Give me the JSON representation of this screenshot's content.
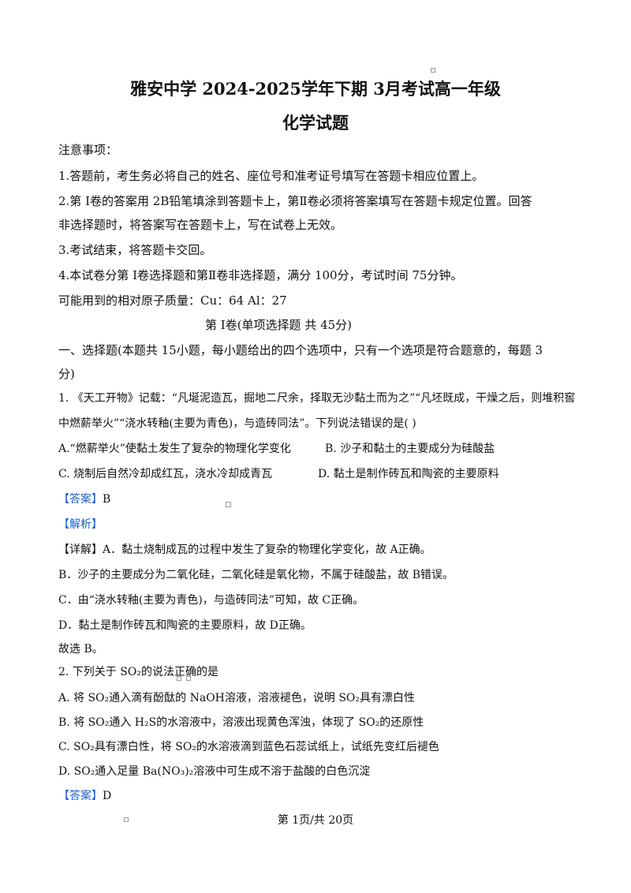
{
  "header": {
    "title": "雅安中学 2024-2025学年下期 3月考试高一年级",
    "subtitle": "化学试题"
  },
  "notice": {
    "heading": "注意事项：",
    "item1": "1.答题前，考生务必将自己的姓名、座位号和准考证号填写在答题卡相应位置上。",
    "item2a": "2.第 I卷的答案用 2B铅笔填涂到答题卡上，第Ⅱ卷必须将答案填写在答题卡规定位置。回答",
    "item2b": "非选择题时，将答案写在答题卡上，写在试卷上无效。",
    "item3": "3.考试结束，将答题卡交回。",
    "item4": "4.本试卷分第 I卷选择题和第Ⅱ卷非选择题，满分 100分，考试时间 75分钟。",
    "atomic": "可能用到的相对原子质量：Cu：64   Al：27"
  },
  "section": {
    "heading": "第 I卷(单项选择题      共 45分)",
    "instr_a": "一、选择题(本题共 15小题，每小题给出的四个选项中，只有一个选项是符合题意的，每题 3",
    "instr_b": "分)"
  },
  "q1": {
    "stem_a": "1. 《天工开物》记载：“凡埏泥造瓦，掘地二尺余，择取无沙黏土而为之”“凡坯既成，干燥之后，则堆积窖",
    "stem_b": "中燃薪举火”“浇水转釉(主要为青色)，与造砖同法”。下列说法错误的是(      )",
    "optA": "A.“燃薪举火”使黏土发生了复杂的物理化学变化",
    "optB": "B. 沙子和黏土的主要成分为硅酸盐",
    "optC": "C. 烧制后自然冷却成红瓦，浇水冷却成青瓦",
    "optD": "D. 黏土是制作砖瓦和陶瓷的主要原料",
    "answer_label": "【答案】",
    "answer": "B",
    "analysis_label": "【解析】",
    "detail_label": "【详解】",
    "detailA": "A．黏土烧制成瓦的过程中发生了复杂的物理化学变化，故 A正确。",
    "detailB": "B．沙子的主要成分为二氧化硅，二氧化硅是氧化物，不属于硅酸盐，故 B错误。",
    "detailC": "C．由“浇水转釉(主要为青色)，与造砖同法”可知，故 C正确。",
    "detailD": "D．黏土是制作砖瓦和陶瓷的主要原料，故 D正确。",
    "conclusion": "故选 B。"
  },
  "q2": {
    "stem": "2. 下列关于 SO₂的说法正确的是",
    "optA": "A. 将 SO₂通入滴有酚酞的 NaOH溶液，溶液褪色，说明 SO₂具有漂白性",
    "optB": "B. 将 SO₂通入 H₂S的水溶液中，溶液出现黄色浑浊，体现了 SO₂的还原性",
    "optC": "C. SO₂具有漂白性，将 SO₂的水溶液滴到蓝色石蕊试纸上，试纸先变红后褪色",
    "optD": "D. SO₂通入足量 Ba(NO₃)₂溶液中可生成不溶于盐酸的白色沉淀",
    "answer_label": "【答案】",
    "answer": "D"
  },
  "footer": {
    "page": "第 1页/共 20页"
  }
}
